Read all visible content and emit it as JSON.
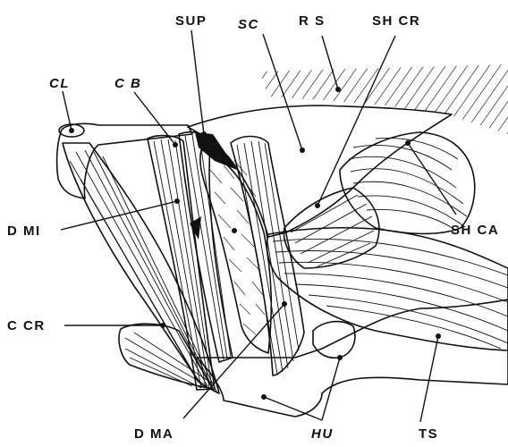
{
  "labels": {
    "sup": "SUP",
    "sc": "SC",
    "rs": "R S",
    "sh_cr": "SH CR",
    "cl": "CL",
    "cb": "C B",
    "d_mi": "D MI",
    "sh_ca": "SH CA",
    "c_cr": "C CR",
    "d_ma": "D MA",
    "hu": "HU",
    "ts": "TS"
  },
  "colors": {
    "ink": "#111111",
    "background": "#ffffff"
  }
}
